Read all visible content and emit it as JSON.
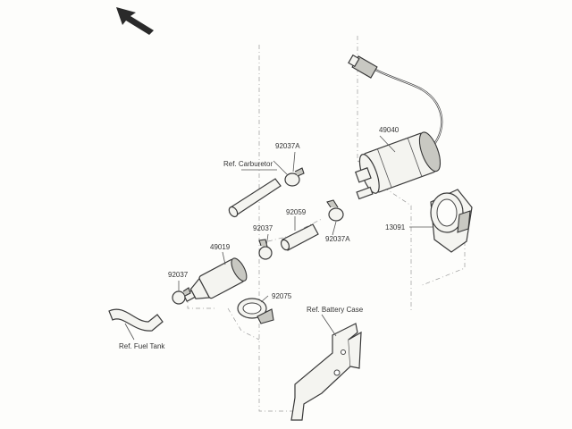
{
  "labels": {
    "carburetor": "Ref. Carburetor",
    "p92037A_top": "92037A",
    "p49040": "49040",
    "p92059": "92059",
    "p92037_mid": "92037",
    "p92037A_right": "92037A",
    "p13091": "13091",
    "p49019": "49019",
    "p92037_left": "92037",
    "p92075": "92075",
    "battery_case": "Ref. Battery Case",
    "fuel_tank": "Ref. Fuel Tank"
  },
  "icons": {
    "direction_arrow": "front-direction-arrow-icon"
  }
}
